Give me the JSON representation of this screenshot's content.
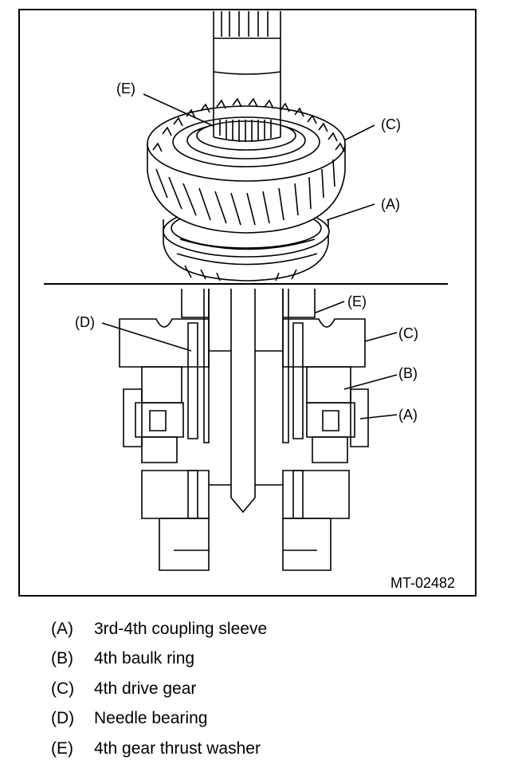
{
  "figure": {
    "id": "MT-02482",
    "callouts": {
      "A": "(A)",
      "B": "(B)",
      "C": "(C)",
      "D": "(D)",
      "E": "(E)"
    }
  },
  "legend": [
    {
      "key": "(A)",
      "text": "3rd-4th coupling sleeve"
    },
    {
      "key": "(B)",
      "text": "4th baulk ring"
    },
    {
      "key": "(C)",
      "text": "4th drive gear"
    },
    {
      "key": "(D)",
      "text": "Needle bearing"
    },
    {
      "key": "(E)",
      "text": "4th gear thrust washer"
    }
  ]
}
